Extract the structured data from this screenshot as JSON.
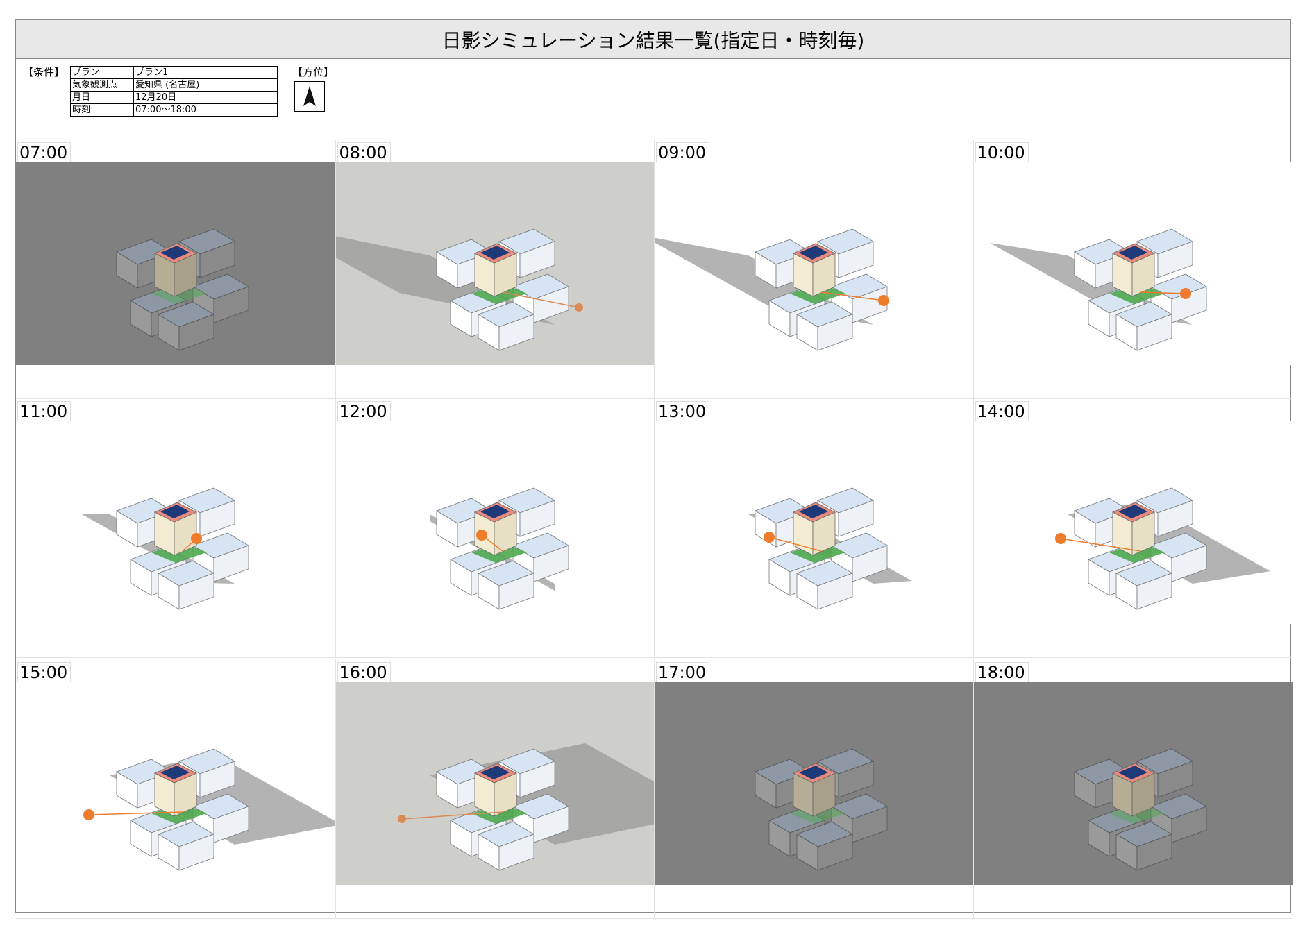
{
  "title": "日影シミュレーション結果一覧(指定日・時刻毎)",
  "conditions_label": "【条件】",
  "orientation_label": "【方位】",
  "conditions": [
    {
      "key": "プラン",
      "value": "プラン1"
    },
    {
      "key": "気象観測点",
      "value": "愛知県 (名古屋)"
    },
    {
      "key": "月日",
      "value": "12月20日"
    },
    {
      "key": "時刻",
      "value": "07:00〜18:00"
    }
  ],
  "compass_icon": "north-arrow-icon",
  "colors": {
    "title_bg": "#e8e8e8",
    "night_bg": "#808080",
    "twilight_bg": "#cececa",
    "day_bg": "#ffffff",
    "shadow": "#999999",
    "sun_marker": "#ee7c2c",
    "roof": "#d7e4f3",
    "wall": "#ffffff",
    "solar_panel": "#1f3a78",
    "target_roof": "#e88a7c",
    "garden": "#4ea84e"
  },
  "panels": [
    {
      "time": "07:00",
      "light": "night"
    },
    {
      "time": "08:00",
      "light": "twilight"
    },
    {
      "time": "09:00",
      "light": "day"
    },
    {
      "time": "10:00",
      "light": "day"
    },
    {
      "time": "11:00",
      "light": "day"
    },
    {
      "time": "12:00",
      "light": "day"
    },
    {
      "time": "13:00",
      "light": "day"
    },
    {
      "time": "14:00",
      "light": "day"
    },
    {
      "time": "15:00",
      "light": "day"
    },
    {
      "time": "16:00",
      "light": "twilight"
    },
    {
      "time": "17:00",
      "light": "night"
    },
    {
      "time": "18:00",
      "light": "night"
    }
  ]
}
